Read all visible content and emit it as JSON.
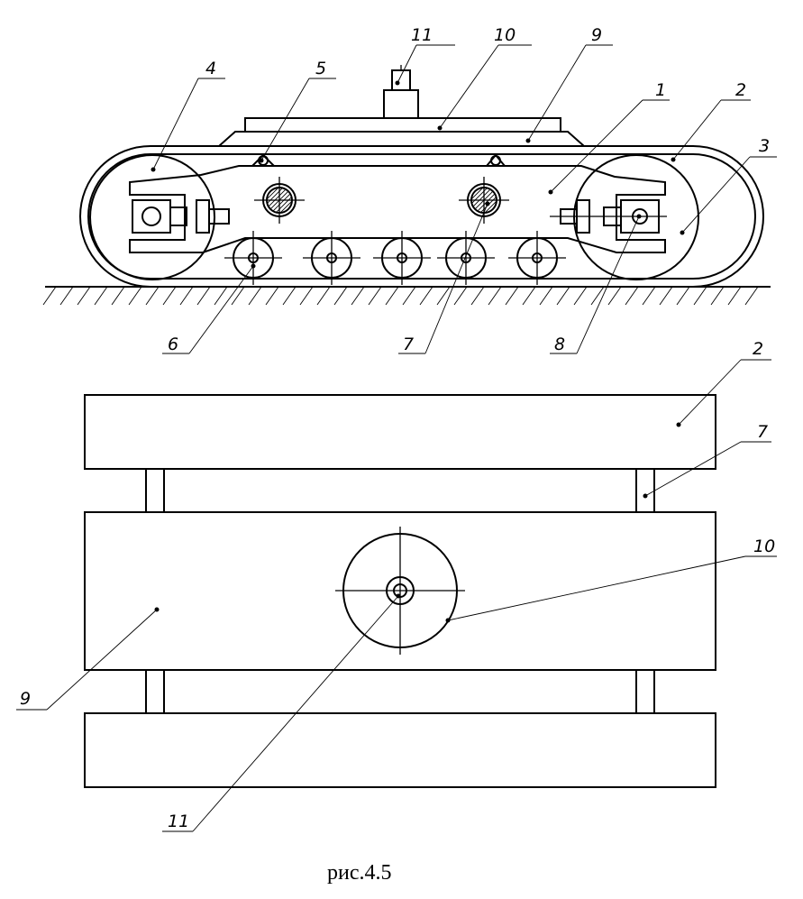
{
  "figure": {
    "caption": "рис.4.5",
    "side_view_labels": {
      "l1": "1",
      "l2": "2",
      "l3": "3",
      "l4": "4",
      "l5": "5",
      "l6": "6",
      "l7": "7",
      "l8": "8",
      "l9": "9",
      "l10": "10",
      "l11": "11"
    },
    "plan_view_labels": {
      "l2": "2",
      "l7": "7",
      "l9": "9",
      "l10": "10",
      "l11": "11"
    }
  }
}
